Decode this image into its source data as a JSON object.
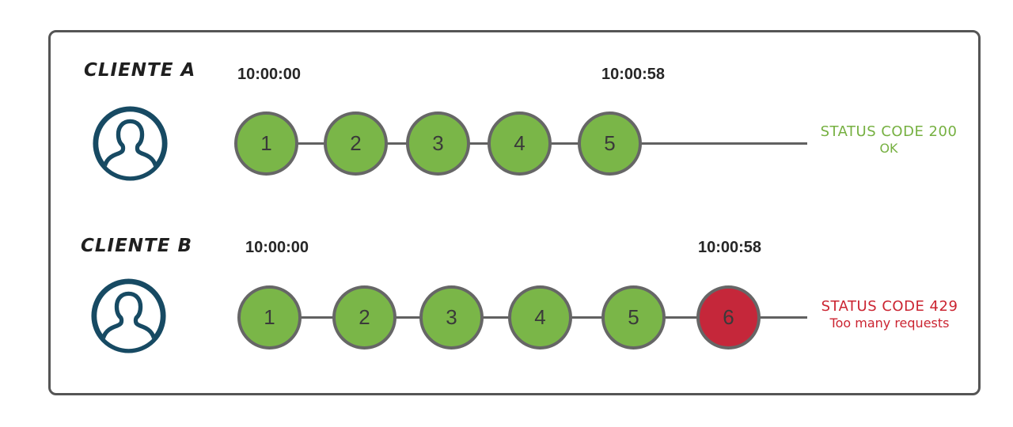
{
  "rows": [
    {
      "client_label": "CLIENTE A",
      "time_start": "10:00:00",
      "time_end": "10:00:58",
      "requests": [
        "1",
        "2",
        "3",
        "4",
        "5"
      ],
      "status_code_text": "STATUS CODE 200",
      "status_label": "OK",
      "status_type": "success"
    },
    {
      "client_label": "CLIENTE B",
      "time_start": "10:00:00",
      "time_end": "10:00:58",
      "requests": [
        "1",
        "2",
        "3",
        "4",
        "5",
        "6"
      ],
      "status_code_text": "STATUS CODE 429",
      "status_label": "Too many requests",
      "status_type": "error"
    }
  ],
  "icons": {
    "avatar": "user-avatar-icon"
  },
  "colors": {
    "success": "#7AB648",
    "error": "#C5273A",
    "success_text": "#76B041",
    "error_text": "#CB2431",
    "avatar": "#174A63",
    "node_border": "#666666",
    "node_number": "#3A3A3A",
    "line": "#616161",
    "box_border": "#555555",
    "timestamp_text": "#262626",
    "label_text": "#1F1F1F"
  }
}
